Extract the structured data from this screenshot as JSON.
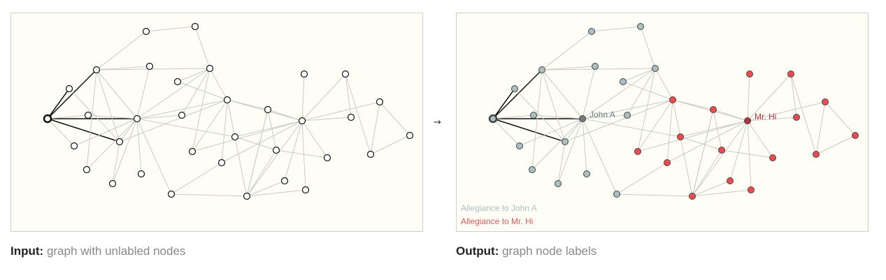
{
  "arrow": "→",
  "input_caption": {
    "bold": "Input:",
    "text": "graph with unlabled nodes"
  },
  "output_caption": {
    "bold": "Output:",
    "text": "graph node labels"
  },
  "labels": {
    "john": "John A",
    "hi": "Mr. Hi"
  },
  "legend": {
    "john": {
      "label": "Allegiance to John A",
      "color": "#a9bfc0"
    },
    "hi": {
      "label": "Allegiance to Mr. Hi",
      "color": "#e15759"
    }
  },
  "colors": {
    "john_node": "#a9bfc0",
    "john_leader": "#6e7f80",
    "hi_node": "#ef4b50",
    "hi_leader": "#b3333a",
    "edge": "#c9c9c9",
    "highlight_edge": "#111111"
  }
}
